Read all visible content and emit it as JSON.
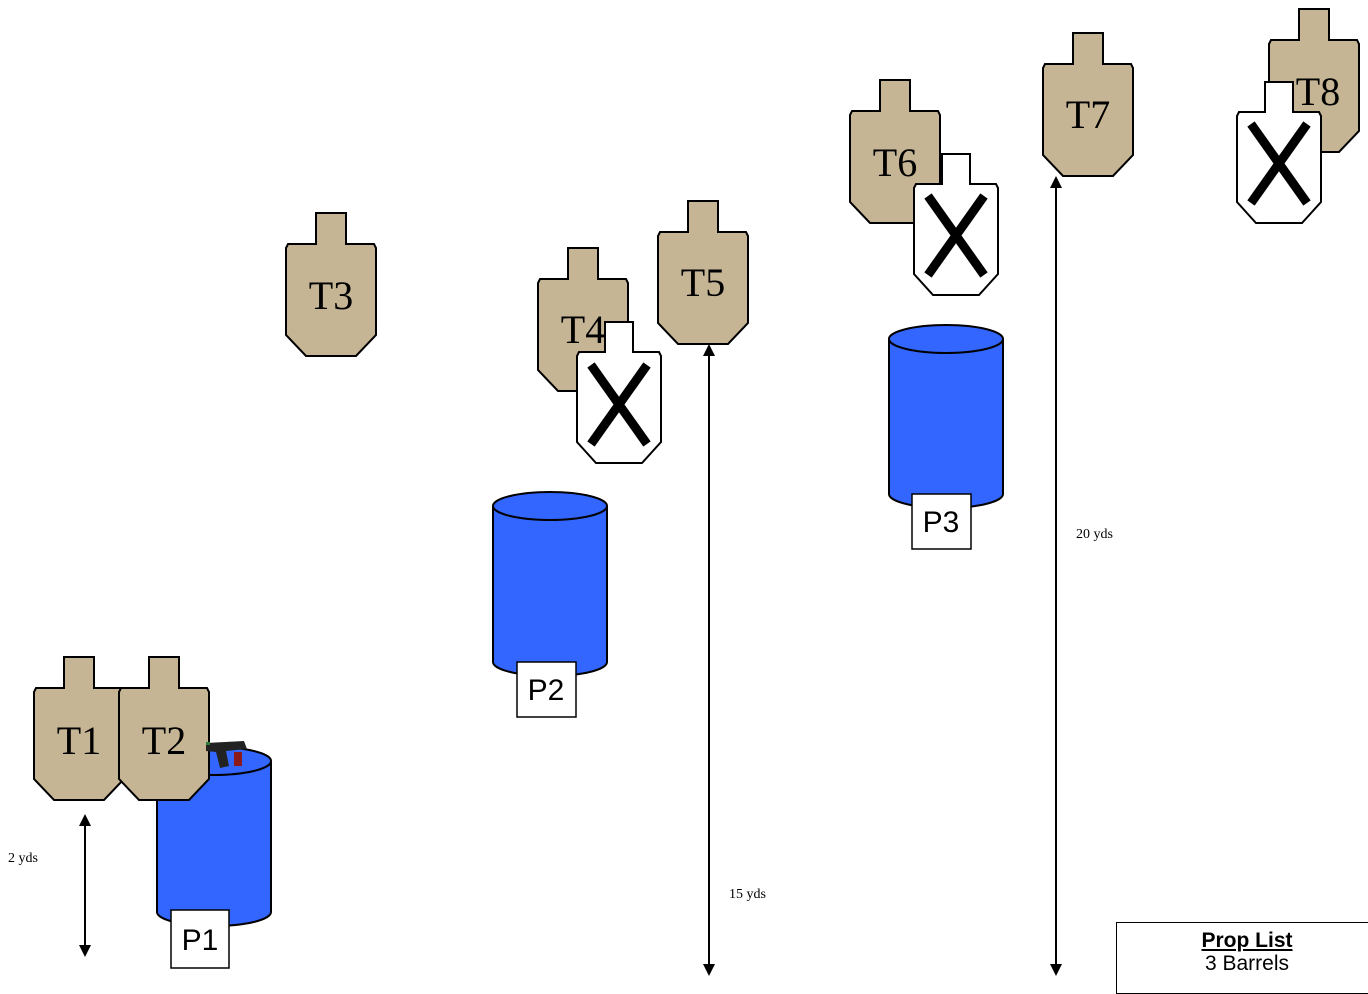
{
  "colors": {
    "target_fill": "#C5B594",
    "noshoot_fill": "#FFFFFF",
    "barrel_fill": "#3366FF",
    "outline": "#000000"
  },
  "targets": [
    {
      "id": "t1",
      "label": "T1"
    },
    {
      "id": "t2",
      "label": "T2"
    },
    {
      "id": "t3",
      "label": "T3"
    },
    {
      "id": "t4",
      "label": "T4"
    },
    {
      "id": "t5",
      "label": "T5"
    },
    {
      "id": "t6",
      "label": "T6"
    },
    {
      "id": "t7",
      "label": "T7"
    },
    {
      "id": "t8",
      "label": "T8"
    }
  ],
  "no_shoots": [
    "ns-1",
    "ns-2",
    "ns-3"
  ],
  "positions": [
    {
      "id": "p1",
      "label": "P1"
    },
    {
      "id": "p2",
      "label": "P2"
    },
    {
      "id": "p3",
      "label": "P3"
    }
  ],
  "distances": {
    "d1": "2 yds",
    "d2": "15 yds",
    "d3": "20 yds"
  },
  "props": {
    "title": "Prop List",
    "items": [
      "3 Barrels"
    ]
  },
  "icons": {
    "start_gun": "pistol-icon"
  }
}
